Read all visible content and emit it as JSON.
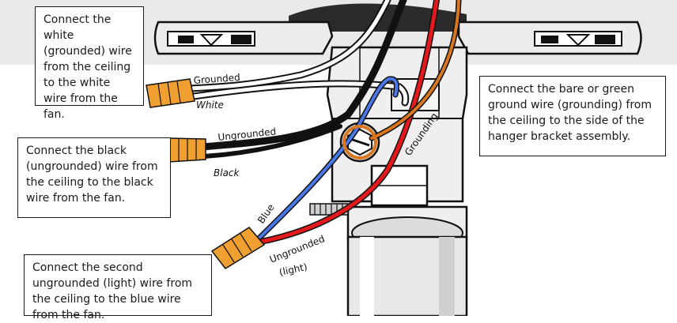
{
  "callouts": {
    "white": "Connect the white (grounded) wire from the ceiling to the white wire from the fan.",
    "black": "Connect the black (ungrounded) wire from the ceiling to the black wire from the fan.",
    "blue": "Connect the second ungrounded (light) wire from the ceiling to the blue wire from the fan.",
    "ground": "Connect the bare or green ground wire (grounding) from the ceiling to the side of the hanger bracket assembly."
  },
  "wire_labels": {
    "grounded": "Grounded",
    "white": "White",
    "ungrounded": "Ungrounded",
    "black": "Black",
    "blue": "Blue",
    "ungrounded_light_1": "Ungrounded",
    "ungrounded_light_2": "(light)",
    "grounding": "Grounding"
  },
  "colors": {
    "white_wire": "#ffffff",
    "black_wire": "#111111",
    "red_wire": "#e3191c",
    "blue_wire": "#4a78e8",
    "ground_wire": "#d8771f",
    "wire_nut": "#f0a030",
    "background_band": "#e9e9e9"
  }
}
